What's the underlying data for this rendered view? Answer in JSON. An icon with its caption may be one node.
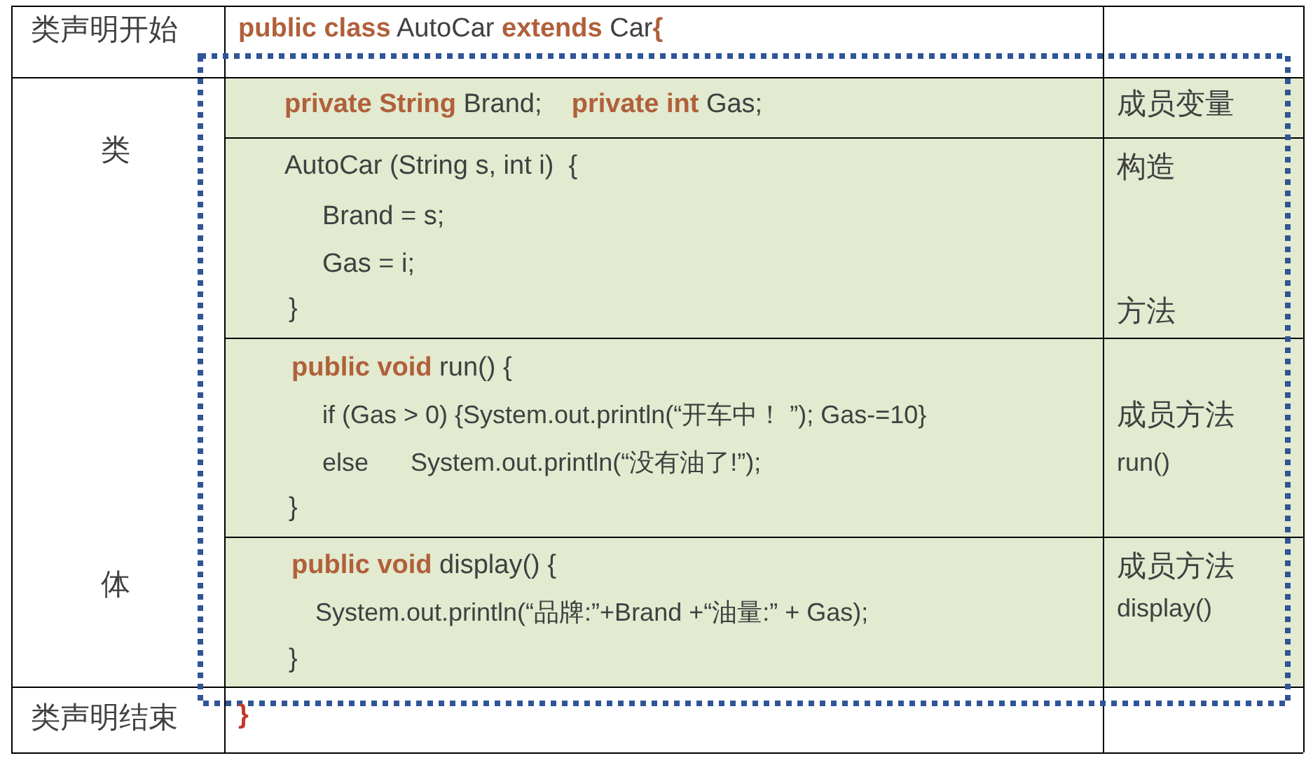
{
  "diagram": {
    "labels": [
      "类声明开始",
      "**public class** AutoCar **extends** Car**{**",
      "类",
      "**private String** Brand;    **private int** Gas;",
      "成员变量",
      "AutoCar (String s, int i)  {",
      "Brand = s;",
      "Gas = i;",
      "}",
      "构造",
      "方法",
      "**public void** run() {",
      "if (Gas > 0) {System.out.println(“开车中！ ”); Gas-=10}",
      "else      System.out.println(“没有油了!”);",
      "}",
      "成员方法",
      "run()",
      "体",
      "**public void** display() {",
      "System.out.println(“品牌:”+Brand +“油量:” + Gas);",
      "}",
      "成员方法",
      "display()",
      "类声明结束",
      "}"
    ]
  }
}
